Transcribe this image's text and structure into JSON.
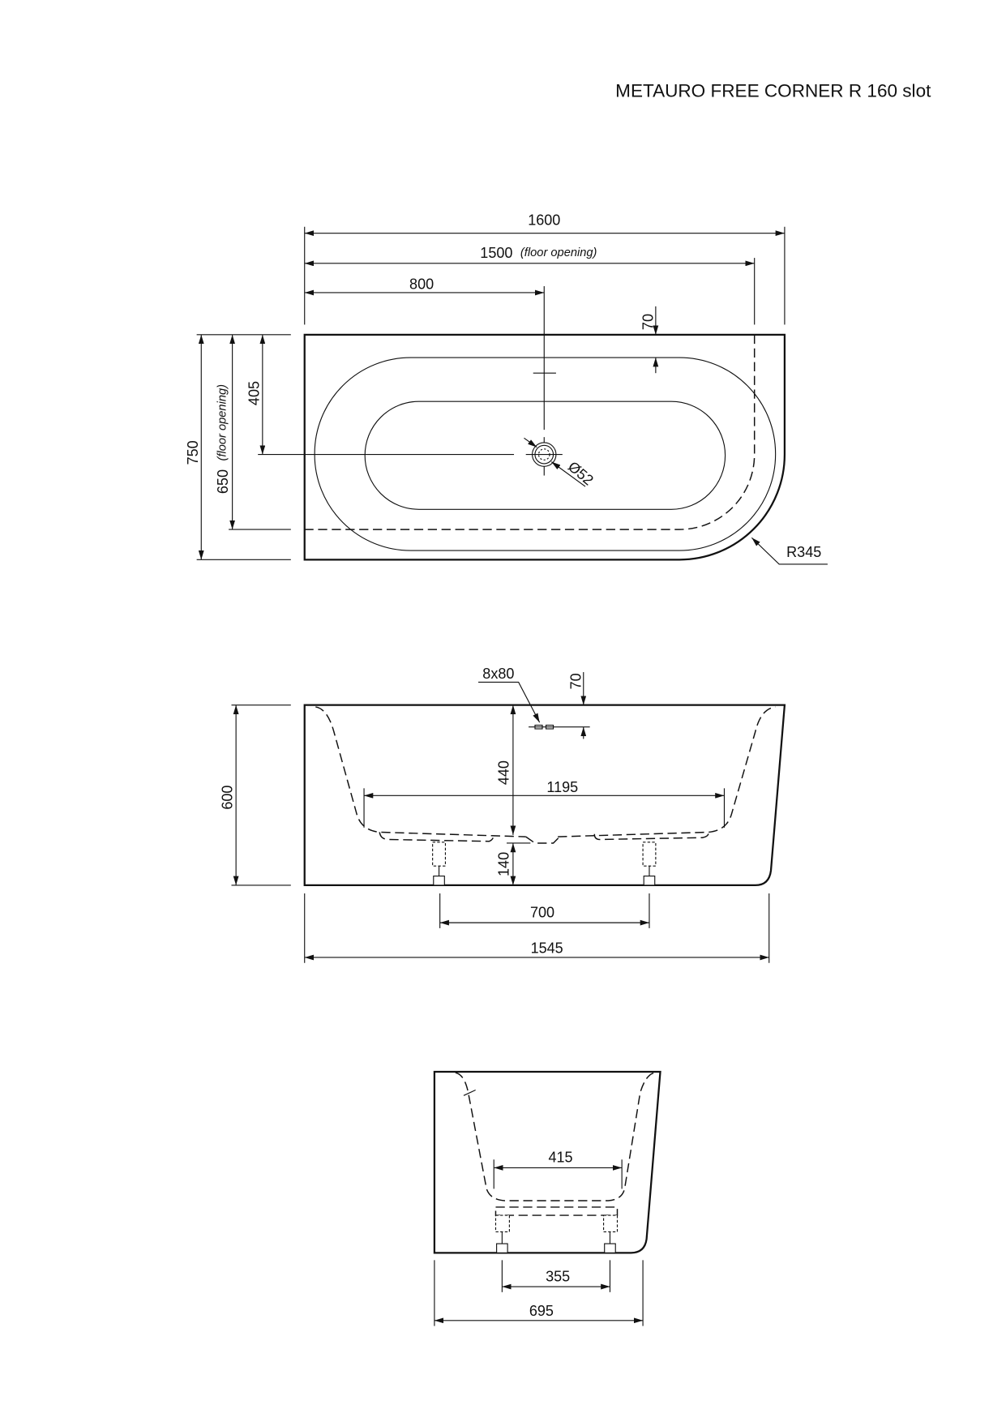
{
  "title": "METAURO FREE CORNER R 160 slot",
  "top_view": {
    "length": "1600",
    "floor_length": "1500",
    "floor_note": "(floor opening)",
    "drain_offset_x": "800",
    "overflow_offset": "70",
    "width": "750",
    "floor_width": "650",
    "drain_offset_y": "405",
    "drain_diameter": "Ø52",
    "radius": "R345"
  },
  "side_view": {
    "slot": "8x80",
    "slot_offset": "70",
    "height": "600",
    "inner_depth": "440",
    "inner_length": "1195",
    "leg_height": "140",
    "leg_spacing": "700",
    "base_length": "1545"
  },
  "end_view": {
    "inner_width": "415",
    "leg_spacing": "355",
    "base_width": "695"
  }
}
